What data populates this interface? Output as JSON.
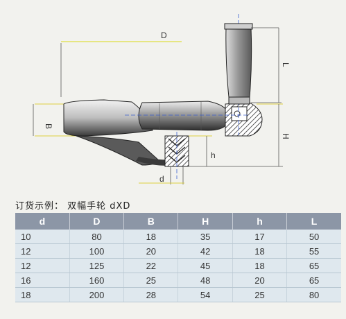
{
  "drawing": {
    "labels": {
      "D": "D",
      "B": "B",
      "d": "d",
      "h": "h",
      "H": "H",
      "L": "L"
    }
  },
  "order_example": "订货示例： 双幅手轮  dXD",
  "table": {
    "headers": [
      "d",
      "D",
      "B",
      "H",
      "h",
      "L"
    ],
    "rows": [
      [
        "10",
        "80",
        "18",
        "35",
        "17",
        "50"
      ],
      [
        "12",
        "100",
        "20",
        "42",
        "18",
        "55"
      ],
      [
        "12",
        "125",
        "22",
        "45",
        "18",
        "65"
      ],
      [
        "16",
        "160",
        "25",
        "48",
        "20",
        "65"
      ],
      [
        "18",
        "200",
        "28",
        "54",
        "25",
        "80"
      ]
    ]
  },
  "colors": {
    "header_bg": "#8c96a6",
    "row_bg": "#dfe8ee",
    "dimension_line": "#e8e83a",
    "centerline": "#3a5fd0"
  }
}
